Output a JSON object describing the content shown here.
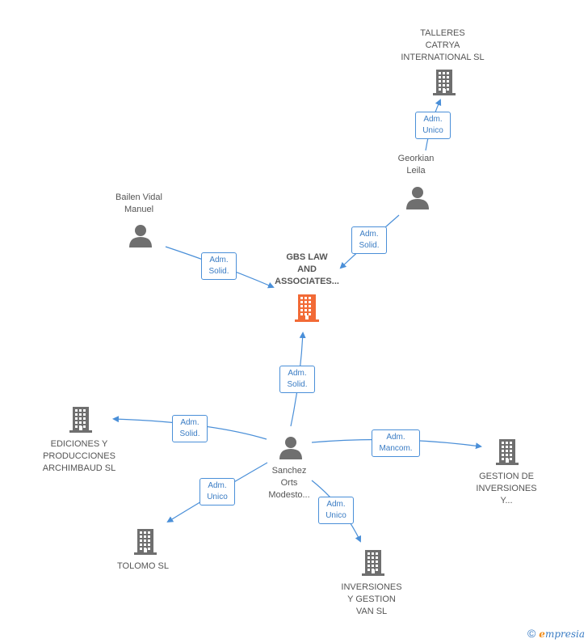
{
  "nodes": {
    "talleres": {
      "lines": [
        "TALLERES",
        "CATRYA",
        "INTERNATIONAL SL"
      ],
      "type": "company"
    },
    "georkian": {
      "lines": [
        "Georkian",
        "Leila"
      ],
      "type": "person"
    },
    "bailen": {
      "lines": [
        "Bailen Vidal",
        "Manuel"
      ],
      "type": "person"
    },
    "gbs": {
      "lines": [
        "GBS LAW",
        "AND",
        "ASSOCIATES..."
      ],
      "type": "company-main"
    },
    "ediciones": {
      "lines": [
        "EDICIONES Y",
        "PRODUCCIONES",
        "ARCHIMBAUD SL"
      ],
      "type": "company"
    },
    "sanchez": {
      "lines": [
        "Sanchez",
        "Orts",
        "Modesto..."
      ],
      "type": "person"
    },
    "gestion": {
      "lines": [
        "GESTION DE",
        "INVERSIONES",
        "Y..."
      ],
      "type": "company"
    },
    "tolomo": {
      "lines": [
        "TOLOMO SL"
      ],
      "type": "company"
    },
    "inversiones": {
      "lines": [
        "INVERSIONES",
        "Y GESTION",
        "VAN SL"
      ],
      "type": "company"
    }
  },
  "edges": [
    {
      "id": "georkian-talleres",
      "badge": [
        "Adm.",
        "Unico"
      ]
    },
    {
      "id": "georkian-gbs",
      "badge": [
        "Adm.",
        "Solid."
      ]
    },
    {
      "id": "bailen-gbs",
      "badge": [
        "Adm.",
        "Solid."
      ]
    },
    {
      "id": "sanchez-gbs",
      "badge": [
        "Adm.",
        "Solid."
      ]
    },
    {
      "id": "sanchez-ediciones",
      "badge": [
        "Adm.",
        "Solid."
      ]
    },
    {
      "id": "sanchez-gestion",
      "badge": [
        "Adm.",
        "Mancom."
      ]
    },
    {
      "id": "sanchez-tolomo",
      "badge": [
        "Adm.",
        "Unico"
      ]
    },
    {
      "id": "sanchez-inversiones",
      "badge": [
        "Adm.",
        "Unico"
      ]
    }
  ],
  "colors": {
    "edge": "#4a8fd8",
    "icon": "#6f6f6f",
    "main": "#f26a36",
    "text": "#555555"
  },
  "footer": {
    "copyright": "©",
    "brand_initial": "e",
    "brand_rest": "mpresia"
  }
}
